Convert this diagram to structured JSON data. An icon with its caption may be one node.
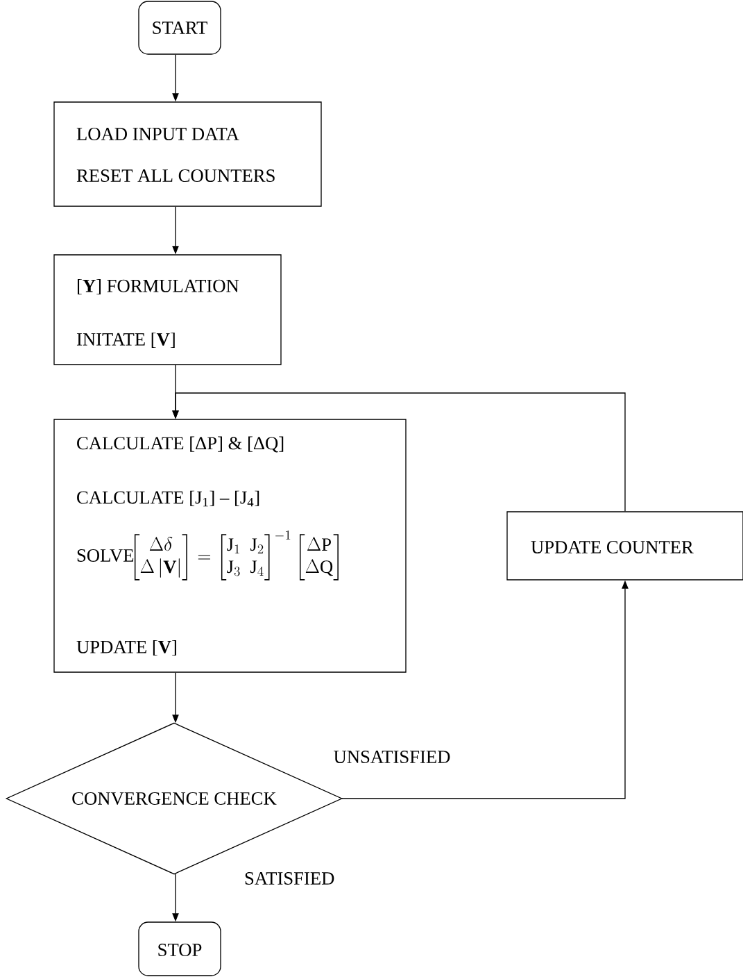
{
  "diagram": {
    "nodes": [
      {
        "text": [
          "START"
        ]
      },
      {
        "text": [
          "LOAD INPUT DATA",
          "RESET ALL COUNTERS"
        ]
      },
      {
        "text": [
          "[**Y**] FORMULATION",
          "INITATE [**V**]"
        ]
      },
      {
        "text": [
          "CALCULATE [ΔP] & [ΔQ]",
          "CALCULATE [J$_{1}$] – [J$_{4}$]",
          "SOLVE",
          "\\begin{bmatrix}\\Delta\\delta\\\\ \\Delta\\left|\\mathbf{V}\\right|\\end{bmatrix}=\\begin{bmatrix}\\mathrm{J}_1 & \\mathrm{J}_2\\\\ \\mathrm{J}_3 & \\mathrm{J}_4\\end{bmatrix}^{-1}\\begin{bmatrix}\\Delta\\mathrm{P}\\\\ \\Delta\\mathrm{Q}\\end{bmatrix}",
          "UPDATE [**V**]"
        ]
      },
      {
        "text": [
          "CONVERGENCE CHECK"
        ]
      },
      {
        "text": [
          "STOP"
        ]
      },
      {
        "text": [
          "UPDATE COUNTER"
        ]
      }
    ],
    "edges": [
      {
        "from": 0,
        "to": 1,
        "arrow": "to"
      },
      {
        "from": 1,
        "to": 2,
        "arrow": "to"
      },
      {
        "from": 2,
        "to": 3,
        "arrow": "to"
      },
      {
        "from": 3,
        "to": 4,
        "arrow": "to"
      },
      {
        "from": 4,
        "to": 5,
        "arrow": "to",
        "label": "SATISFIED"
      },
      {
        "from": 4,
        "to": 6,
        "arrow": "to",
        "label": "UNSATISFIED"
      },
      {
        "from": 6,
        "to": 3,
        "arrow": "to"
      }
    ]
  }
}
